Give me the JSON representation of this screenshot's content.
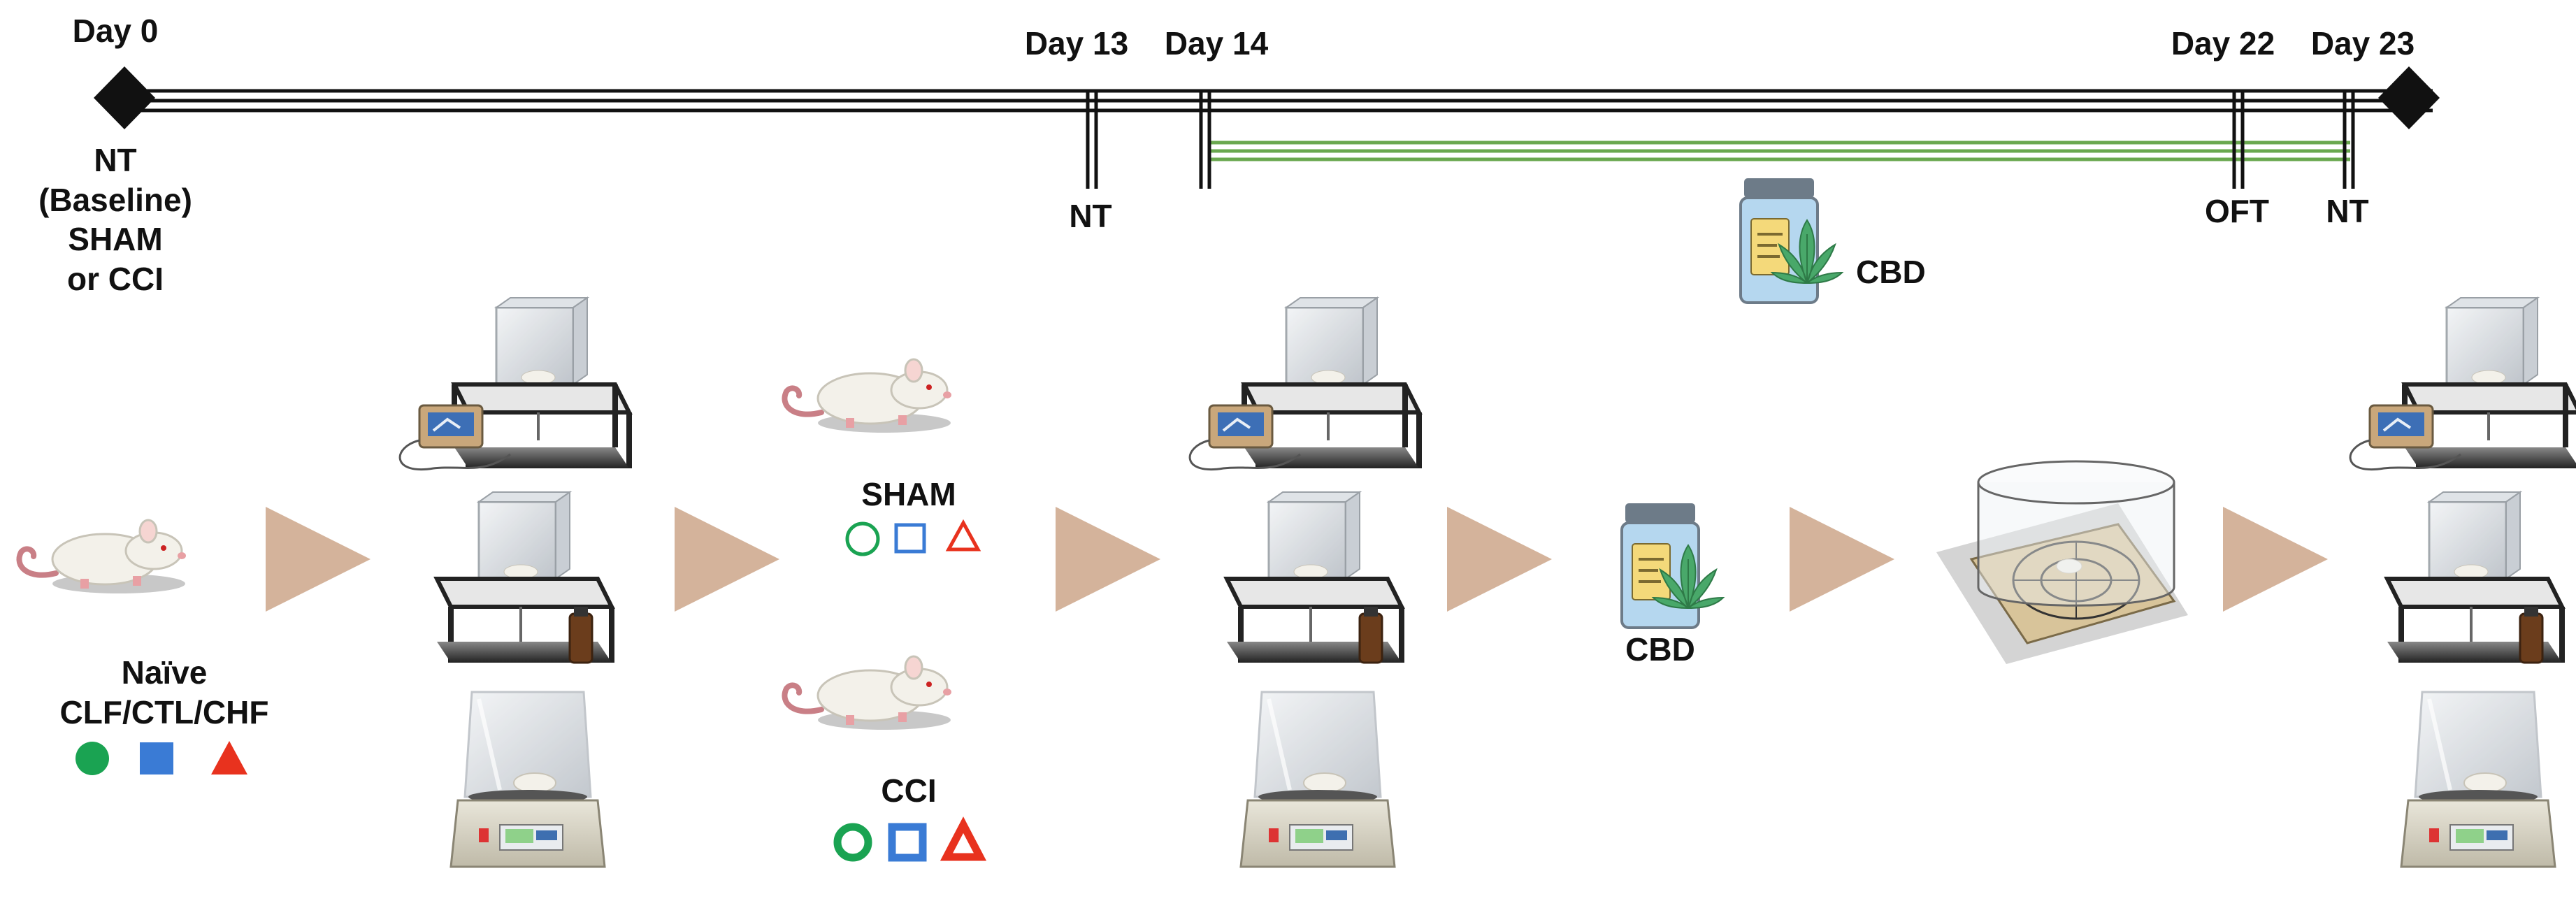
{
  "timeline": {
    "ticks_top": [
      "Day 0",
      "Day 13",
      "Day 14",
      "Day 22",
      "Day 23"
    ],
    "day0_notes": [
      "NT",
      "(Baseline)",
      "SHAM",
      "or CCI"
    ],
    "nt_day13": "NT",
    "oft_day22": "OFT",
    "nt_day23": "NT",
    "cbd_label": "CBD",
    "line_color": "#111111",
    "treatment_line_color": "#6aa84f"
  },
  "groups": {
    "naive_title": "Naïve",
    "naive_subtitle": "CLF/CTL/CHF",
    "sham_title": "SHAM",
    "cci_title": "CCI",
    "cbd_label": "CBD",
    "colors": {
      "green": "#1aa352",
      "blue": "#3a7bd5",
      "red": "#e8321e",
      "arrow": "#d4b39b"
    },
    "symbols": [
      "circle",
      "square",
      "triangle"
    ]
  }
}
